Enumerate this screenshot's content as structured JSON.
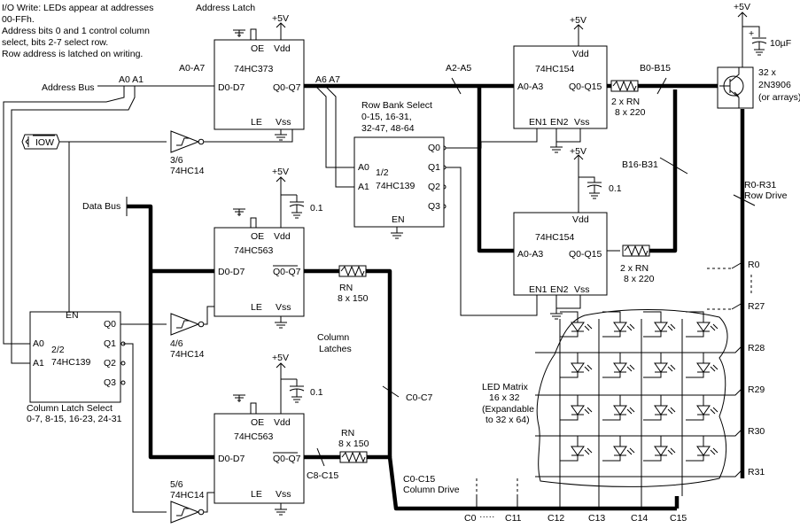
{
  "notes": {
    "io_write": [
      "I/O Write: LEDs appear at addresses",
      "00-FFh.",
      "Address bits 0 and 1 control column",
      "select, bits 2-7 select row.",
      "Row address is latched on writing."
    ]
  },
  "labels": {
    "address_latch": "Address Latch",
    "address_bus": "Address Bus",
    "a0a1": "A0 A1",
    "a0a7": "A0-A7",
    "a6a7": "A6 A7",
    "a2a5": "A2-A5",
    "b0b15": "B0-B15",
    "b16b31": "B16-B31",
    "iow": "IOW",
    "data_bus": "Data Bus",
    "row_bank_select": [
      "Row Bank Select",
      "0-15, 16-31,",
      "32-47, 48-64"
    ],
    "column_latches": [
      "Column",
      "Latches"
    ],
    "column_latch_select": [
      "Column Latch Select",
      "0-7, 8-15, 16-23, 24-31"
    ],
    "c0c7": "C0-C7",
    "c8c15": "C8-C15",
    "column_drive": [
      "C0-C15",
      "Column Drive"
    ],
    "row_drive": [
      "R0-R31",
      "Row Drive"
    ],
    "transistor": [
      "32 x",
      "2N3906",
      "(or arrays)"
    ],
    "cap_10uf": "10µF",
    "led_matrix": [
      "LED Matrix",
      "16 x 32",
      "(Expandable",
      "to 32 x 64)"
    ],
    "rn_1": [
      "2 x RN",
      "8 x 220"
    ],
    "rn_2": [
      "2 x RN",
      "8 x 220"
    ],
    "rn_3": [
      "RN",
      "8 x 150"
    ],
    "rn_4": [
      "RN",
      "8 x 150"
    ],
    "inv_1": [
      "3/6",
      "74HC14"
    ],
    "inv_2": [
      "4/6",
      "74HC14"
    ],
    "inv_3": [
      "5/6",
      "74HC14"
    ],
    "cap_01a": "0.1",
    "cap_01b": "0.1",
    "cap_01c": "0.1",
    "plus5v": "+5V",
    "plus": "+",
    "rows": [
      "R0",
      "R27",
      "R28",
      "R29",
      "R30",
      "R31"
    ],
    "cols": [
      "C0",
      "C11",
      "C12",
      "C13",
      "C14",
      "C15"
    ],
    "col_dots": "·····"
  },
  "chips": {
    "hc373": {
      "name": "74HC373",
      "oe": "OE",
      "vdd": "Vdd",
      "d": "D0-D7",
      "q": "Q0-Q7",
      "le": "LE",
      "vss": "Vss"
    },
    "hc563a": {
      "name": "74HC563",
      "oe": "OE",
      "vdd": "Vdd",
      "d": "D0-D7",
      "q": "Q0-Q7",
      "le": "LE",
      "vss": "Vss"
    },
    "hc563b": {
      "name": "74HC563",
      "oe": "OE",
      "vdd": "Vdd",
      "d": "D0-D7",
      "q": "Q0-Q7",
      "le": "LE",
      "vss": "Vss"
    },
    "hc139a": {
      "name": "74HC139",
      "frac": "1/2",
      "a0": "A0",
      "a1": "A1",
      "en": "EN",
      "q0": "Q0",
      "q1": "Q1",
      "q2": "Q2",
      "q3": "Q3"
    },
    "hc139b": {
      "name": "74HC139",
      "frac": "2/2",
      "a0": "A0",
      "a1": "A1",
      "en": "EN",
      "q0": "Q0",
      "q1": "Q1",
      "q2": "Q2",
      "q3": "Q3"
    },
    "hc154a": {
      "name": "74HC154",
      "vdd": "Vdd",
      "a": "A0-A3",
      "q": "Q0-Q15",
      "en1": "EN1",
      "en2": "EN2",
      "vss": "Vss"
    },
    "hc154b": {
      "name": "74HC154",
      "vdd": "Vdd",
      "a": "A0-A3",
      "q": "Q0-Q15",
      "en1": "EN1",
      "en2": "EN2",
      "vss": "Vss"
    }
  }
}
